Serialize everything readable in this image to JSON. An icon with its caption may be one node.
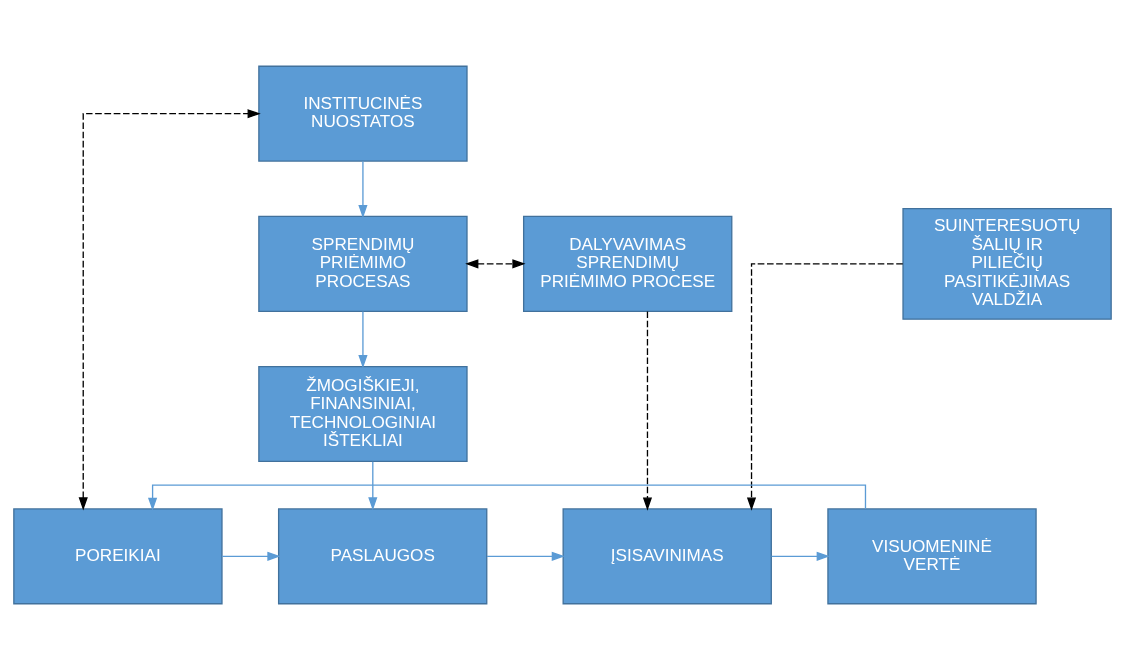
{
  "diagram": {
    "nodes": [
      {
        "text": [
          "INSTITUCINĖS NUOSTATOS"
        ]
      },
      {
        "text": [
          "SPRENDIMŲ PRIĖMIMO PROCESAS"
        ]
      },
      {
        "text": [
          "DALYVAVIMAS SPRENDIMŲ PRIĖMIMO PROCESE"
        ]
      },
      {
        "text": [
          "SUINTERESUOTŲ ŠALIŲ IR PILIEČIŲ PASITIKĖJIMAS VALDŽIA"
        ]
      },
      {
        "text": [
          "ŽMOGIŠKIEJI, FINANSINIAI, TECHNOLOGINIAI IŠTEKLIAI"
        ]
      },
      {
        "text": [
          "POREIKIAI"
        ]
      },
      {
        "text": [
          "PASLAUGOS"
        ]
      },
      {
        "text": [
          "ĮSISAVINIMAS"
        ]
      },
      {
        "text": [
          "VISUOMENINĖ VERTĖ"
        ]
      }
    ],
    "edges": [
      {
        "from": 5,
        "to": 0,
        "arrow": "both",
        "style": "dashed",
        "color": "#000000"
      },
      {
        "from": 0,
        "to": 1,
        "arrow": "to"
      },
      {
        "from": 1,
        "to": 2,
        "arrow": "both",
        "style": "dashed",
        "color": "#000000"
      },
      {
        "from": 1,
        "to": 4,
        "arrow": "to"
      },
      {
        "from": 4,
        "to": 6,
        "arrow": "to"
      },
      {
        "from": 2,
        "to": 7,
        "arrow": "to",
        "style": "dashed",
        "color": "#000000"
      },
      {
        "from": 3,
        "to": 7,
        "arrow": "to",
        "style": "dashed",
        "color": "#000000"
      },
      {
        "from": 5,
        "to": 6,
        "arrow": "to"
      },
      {
        "from": 6,
        "to": 7,
        "arrow": "to"
      },
      {
        "from": 7,
        "to": 8,
        "arrow": "to"
      },
      {
        "from": 8,
        "to": 5,
        "arrow": "to"
      }
    ]
  }
}
